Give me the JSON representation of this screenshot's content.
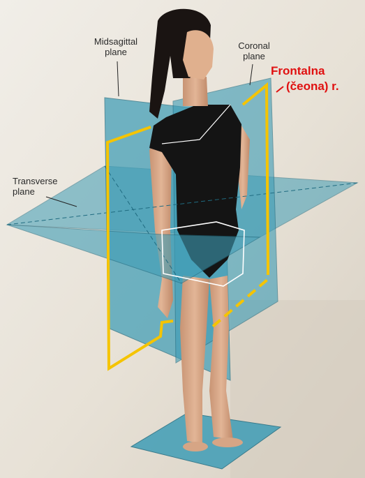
{
  "labels": {
    "midsagittal_line1": "Midsagittal",
    "midsagittal_line2": "plane",
    "coronal_line1": "Coronal",
    "coronal_line2": "plane",
    "transverse_line1": "Transverse",
    "transverse_line2": "plane",
    "frontal_line1": "Frontalna",
    "frontal_line2": "(čeona) r."
  },
  "colors": {
    "plane_fill": "#3f9db6",
    "plane_edge": "#1f6b80",
    "highlight": "#f5c400",
    "frontal_label": "#e01010",
    "background": "#e9e4dc"
  }
}
